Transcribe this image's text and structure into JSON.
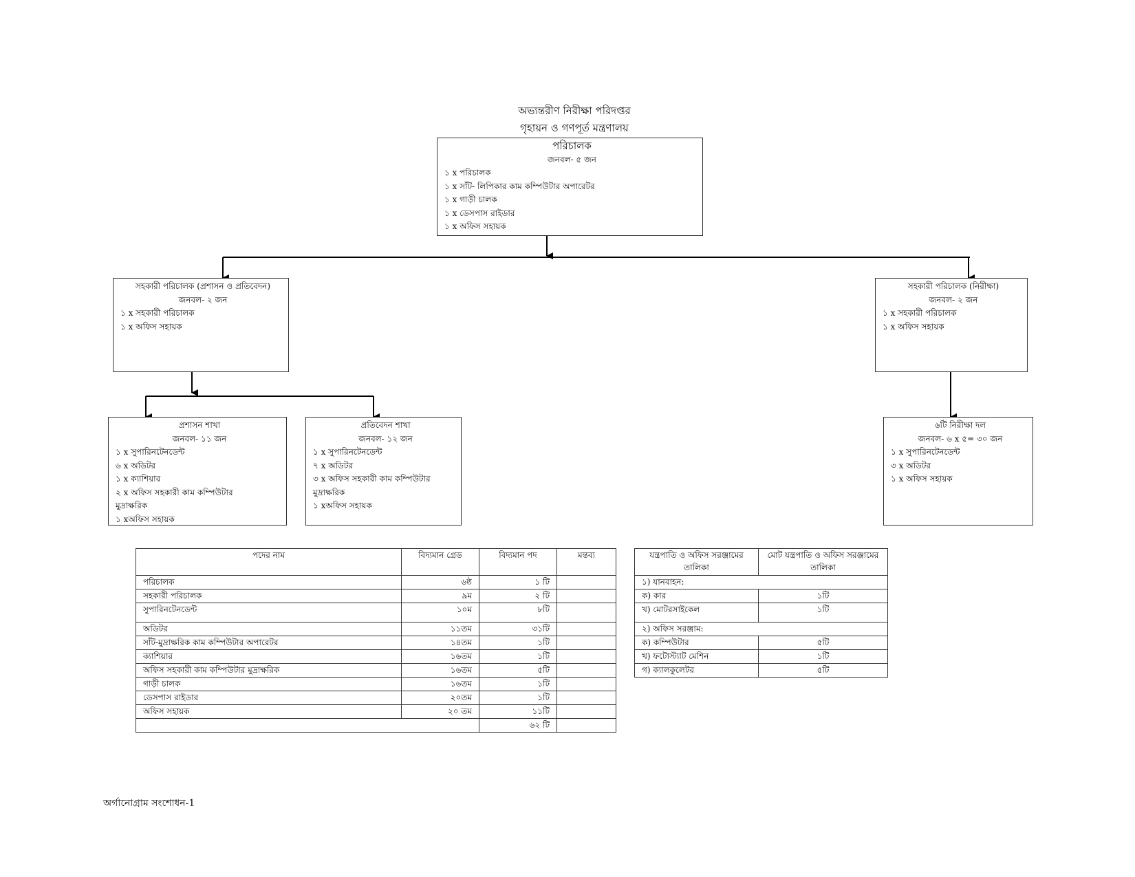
{
  "header": {
    "line1": "অভ্যন্তরীণ নিরীক্ষা পরিদপ্তর",
    "line2": "গৃহায়ন ও গণপূর্ত মন্ত্রণালয়"
  },
  "org": {
    "director": {
      "title": "পরিচালক",
      "manpower": "জনবল- ৫ জন",
      "items": [
        "১ x পরিচালক",
        "১ x সাঁট- লিপিকার কাম কম্পিউটার অপারেটর",
        "১ x গাড়ী চালক",
        "১ x ডেসপাস রাইডার",
        "১ x অফিস সহায়ক"
      ]
    },
    "ad_admin": {
      "title": "সহকারী পরিচালক (প্রশাসন ও প্রতিবেদন)",
      "manpower": "জনবল- ২ জন",
      "items": [
        "১ x সহকারী পরিচালক",
        "১ x অফিস সহায়ক"
      ]
    },
    "ad_audit": {
      "title": "সহকারী পরিচালক (নিরীক্ষা)",
      "manpower": "জনবল- ২ জন",
      "items": [
        "১  x সহকারী পরিচালক",
        "১ x অফিস সহায়ক"
      ]
    },
    "admin_branch": {
      "title": "প্রশাসন শাখা",
      "manpower": "জনবল- ১১ জন",
      "items": [
        "১ x সুপারিনটেনডেন্ট",
        "৬ x অডিটর",
        "১ x ক্যাশিয়ার",
        "২  x অফিস সহকারী কাম কম্পিউটার মুদ্রাক্ষরিক",
        "১ xঅফিস সহায়ক"
      ]
    },
    "report_branch": {
      "title": "প্রতিবেদন শাখা",
      "manpower": "জনবল- ১২ জন",
      "items": [
        "১ x সুপারিনটেনডেন্ট",
        "৭ x অডিটর",
        "৩ x অফিস সহকারী কাম কম্পিউটার মুদ্রাক্ষরিক",
        "১ xঅফিস সহায়ক"
      ]
    },
    "audit_teams": {
      "title": "৬টি নিরীক্ষা দল",
      "manpower": "জনবল- ৬ x ৫= ৩০ জন",
      "items": [
        "১ x সুপারিনটেনডেন্ট",
        "৩ x অডিটর",
        "১ x অফিস সহায়ক"
      ]
    }
  },
  "posts_table": {
    "headers": [
      "পদের নাম",
      "বিদ্যমান গ্রেড",
      "বিদ্যমান পদ",
      "মন্তব্য"
    ],
    "rows": [
      {
        "name": "পরিচালক",
        "grade": "৬ষ্ঠ",
        "count": "১ টি",
        "remark": ""
      },
      {
        "name": "সহকারী পরিচালক",
        "grade": "৯ম",
        "count": "২ টি",
        "remark": ""
      },
      {
        "name": "সুপারিনটেনডেন্ট",
        "grade": "১০ম",
        "count": "৮টি",
        "remark": ""
      },
      {
        "name": "অডিটর",
        "grade": "১১তম",
        "count": "৩১টি",
        "remark": ""
      },
      {
        "name": "সাঁট-মুদ্রাক্ষরিক কাম কম্পিউটার অপারেটর",
        "grade": "১৪তম",
        "count": "১টি",
        "remark": ""
      },
      {
        "name": "ক্যাশিয়ার",
        "grade": "১৬তম",
        "count": "১টি",
        "remark": ""
      },
      {
        "name": "অফিস সহকারী কাম কম্পিউটার মুদ্রাক্ষরিক",
        "grade": "১৬তম",
        "count": "৫টি",
        "remark": ""
      },
      {
        "name": "গাড়ী চালক",
        "grade": "১৬তম",
        "count": "১টি",
        "remark": ""
      },
      {
        "name": "ডেসপাস রাইডার",
        "grade": "২০তম",
        "count": "১টি",
        "remark": ""
      },
      {
        "name": "অফিস সহায়ক",
        "grade": "২০ তম",
        "count": "১১টি",
        "remark": ""
      }
    ],
    "total": "৬২ টি"
  },
  "equipment_table": {
    "headers": [
      "যন্ত্রপাতি ও অফিস সরঞ্জামের তালিকা",
      "মোট যন্ত্রপাতি ও অফিস সরঞ্জামের তালিকা"
    ],
    "groups": [
      {
        "label": "১) যানবাহন:",
        "items": [
          {
            "name": "ক) কার",
            "count": "১টি"
          },
          {
            "name": "খ) মোটরসাইকেল",
            "count": "১টি"
          }
        ]
      },
      {
        "label": "২) অফিস সরঞ্জাম:",
        "items": [
          {
            "name": "ক) কম্পিউটার",
            "count": "৫টি"
          },
          {
            "name": "খ) ফটোস্ট্যাট মেশিন",
            "count": "১টি"
          },
          {
            "name": "গ) ক্যালকুলেটর",
            "count": "৫টি"
          }
        ]
      }
    ]
  },
  "footer": "অর্গানোগ্রাম সংশোধন-1"
}
